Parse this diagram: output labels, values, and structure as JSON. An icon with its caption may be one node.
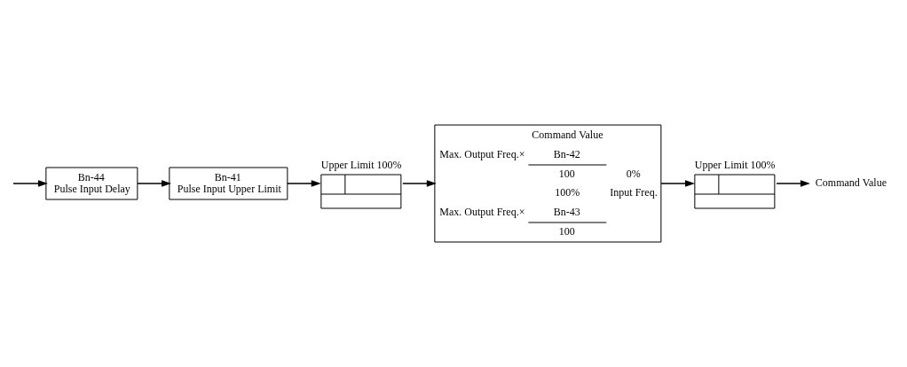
{
  "diagram": {
    "nodes": [
      {
        "text": [
          "Bn-44",
          "Pulse Input Delay"
        ]
      },
      {
        "text": [
          "Bn-41",
          "Pulse Input Upper Limit"
        ]
      },
      {
        "text": [
          "Upper Limit 100%"
        ]
      },
      {
        "text": [
          "Command Value",
          "Max. Output Freq.×",
          "Bn-42",
          "100",
          "0%",
          "100%",
          "Input Freq.",
          "Max. Output Freq.×",
          "Bn-43",
          "100"
        ]
      },
      {
        "text": [
          "Upper Limit 100%"
        ]
      },
      {
        "text": [
          "Command Value"
        ]
      }
    ],
    "edges": [
      {
        "from": null,
        "to": 0,
        "arrow": "to"
      },
      {
        "from": 0,
        "to": 1,
        "arrow": "to"
      },
      {
        "from": 1,
        "to": 2,
        "arrow": "to"
      },
      {
        "from": 2,
        "to": 3,
        "arrow": "to"
      },
      {
        "from": 3,
        "to": 4,
        "arrow": "to"
      },
      {
        "from": 4,
        "to": 5,
        "arrow": "to"
      }
    ]
  }
}
